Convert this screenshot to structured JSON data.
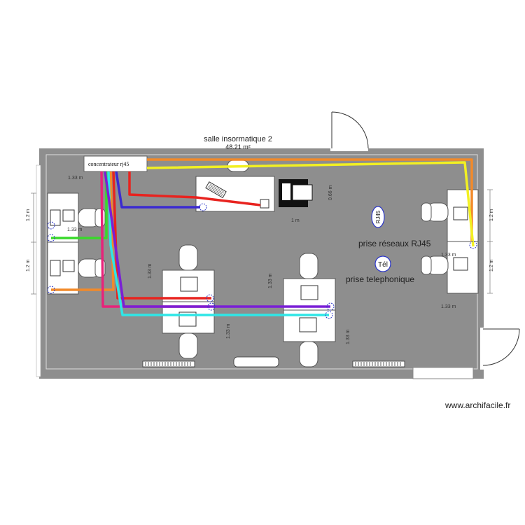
{
  "room": {
    "name": "salle insormatique 2",
    "area": "48.21 m²"
  },
  "hub_label": "concentrateur rj45",
  "legend": {
    "rj45_symbol": "RJ45",
    "rj45_label": "prise réseaux RJ45",
    "tel_symbol": "Tél",
    "tel_label": "prise telephonique"
  },
  "dimensions": {
    "d_hub_left": "1.33 m",
    "d_left_top": "1.2 m",
    "d_left_bottom": "1.2 m",
    "d_left_mid": "1.33 m",
    "d_center_left_v": "1.33 m",
    "d_center_left_v2": "1.33 m",
    "d_center_right_v": "1.33 m",
    "d_center_right_v2": "1.33 m",
    "d_top_desk": "0.66 m",
    "d_one_m": "1 m",
    "d_right_top": "1.2 m",
    "d_right_bottom": "1.2 m",
    "d_right_mid": "1.33 m",
    "d_right_low": "1.33 m"
  },
  "cable_colors": {
    "red": "#e8231f",
    "orange": "#f28a2a",
    "yellow": "#f2f022",
    "purple": "#7a1fd6",
    "blue": "#3b2bd0",
    "pink": "#e8237a",
    "cyan": "#2ee6e6",
    "green": "#39d92a"
  },
  "watermark": "www.archifacile.fr"
}
